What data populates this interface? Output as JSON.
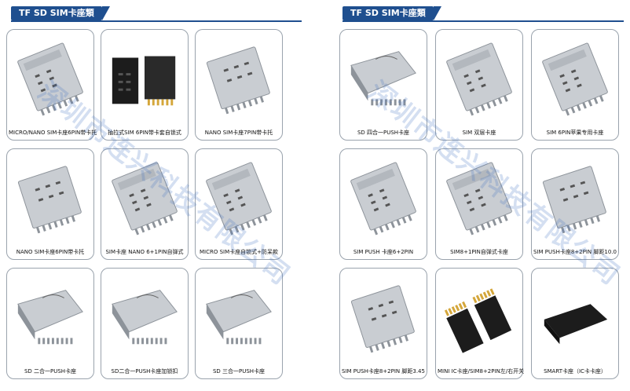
{
  "sections": [
    {
      "title": "TF SD SIM卡座類"
    },
    {
      "title": "TF SD SIM卡座類"
    }
  ],
  "products": [
    {
      "label": "MICRO/NANO SIM卡座6PIN带卡托",
      "icon": "sim-holder-tray-image"
    },
    {
      "label": "抽拉式SIM 6PIN带卡套自锁式",
      "icon": "sim-pull-out-socket-image"
    },
    {
      "label": "NANO SIM卡座7PIN带卡托",
      "icon": "nano-sim-socket-image"
    },
    {
      "label": "NANO SIM卡座6PIN带卡托",
      "icon": "nano-sim-tray-image"
    },
    {
      "label": "SIM卡座 NANO 6+1PIN自弹式",
      "icon": "push-sim-socket-image"
    },
    {
      "label": "MICRO SIM卡座自锁式+防呆款",
      "icon": "micro-sim-socket-image"
    },
    {
      "label": "SD 二合一PUSH卡座",
      "icon": "sd-push-socket-image"
    },
    {
      "label": "SD二合一PUSH卡座加锁扣",
      "icon": "sd-push-lock-socket-image"
    },
    {
      "label": "SD 三合一PUSH卡座",
      "icon": "sd-three-in-one-image"
    },
    {
      "label": "SD 四合一PUSH卡座",
      "icon": "sd-four-in-one-image"
    },
    {
      "label": "SIM 双层卡座",
      "icon": "sim-double-layer-image"
    },
    {
      "label": "SIM 6PIN苹果专用卡座",
      "icon": "sim-apple-socket-image"
    },
    {
      "label": "SIM PUSH 卡座6+2PIN",
      "icon": "sim-push-6-2-image"
    },
    {
      "label": "SIM8+1PIN自弹式卡座",
      "icon": "sim-8-1-push-image"
    },
    {
      "label": "SIM PUSH卡座8+2PIN 脚距10.0",
      "icon": "sim-push-8-2-image"
    },
    {
      "label": "SIM PUSH卡座8+2PIN 脚距3.45",
      "icon": "sim-push-8-2-345-image"
    },
    {
      "label": "MINI IC卡座/SIM8+2PIN左/右开关",
      "icon": "mini-ic-socket-image"
    },
    {
      "label": "SMART卡座（IC卡卡座）",
      "icon": "smart-card-socket-image"
    }
  ],
  "watermark": {
    "text": "深圳市连兴科技有限公司"
  },
  "colors": {
    "title_bg": "#1f4f8f",
    "border": "#9aa3ad",
    "metal": "#c9cdd2",
    "metal_dark": "#8d939a",
    "plastic": "#1c1c1c",
    "gold": "#d4a63a"
  }
}
